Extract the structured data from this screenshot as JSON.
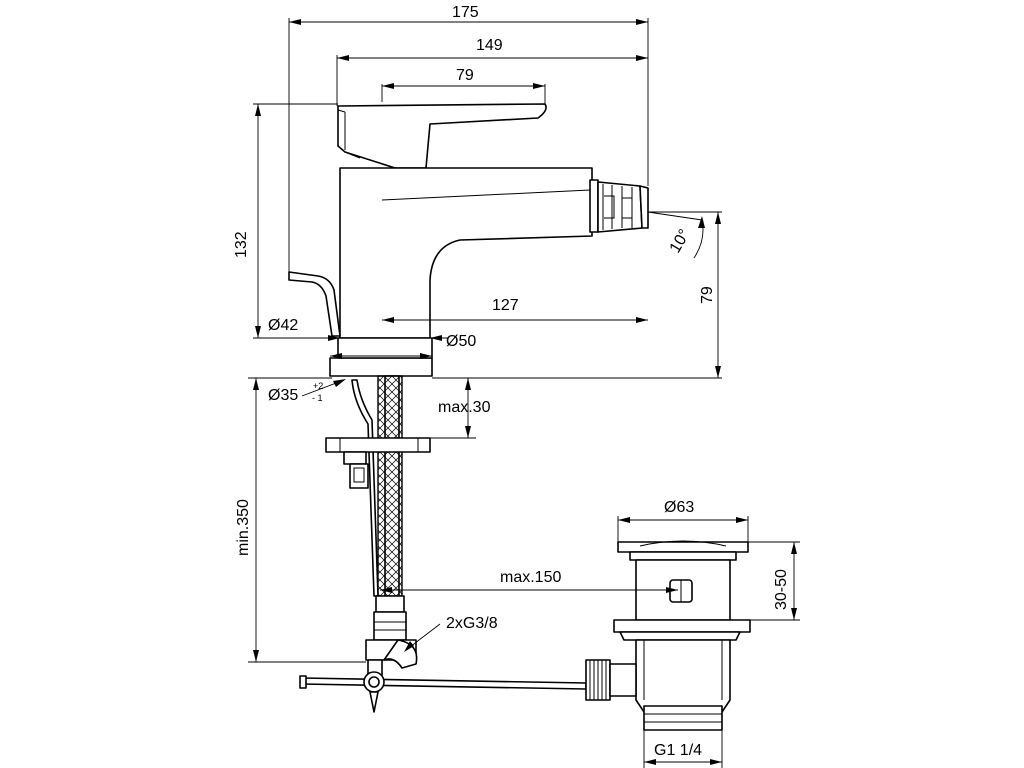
{
  "dimensions": {
    "overall_width": "175",
    "spout_length": "149",
    "lever_length": "79",
    "total_height": "132",
    "outlet_height": "79",
    "base_to_outlet": "127",
    "body_diameter": "Ø42",
    "base_diameter": "Ø50",
    "hole_diameter": "Ø35",
    "hole_tolerance_upper": "+2",
    "hole_tolerance_lower": "- 1",
    "deck_thickness": "max.30",
    "hose_length": "min.350",
    "rod_length": "max.150",
    "connection": "2xG3/8",
    "waste_diameter": "Ø63",
    "waste_range": "30-50",
    "waste_thread": "G1 1/4",
    "swivel_angle": "10°"
  }
}
